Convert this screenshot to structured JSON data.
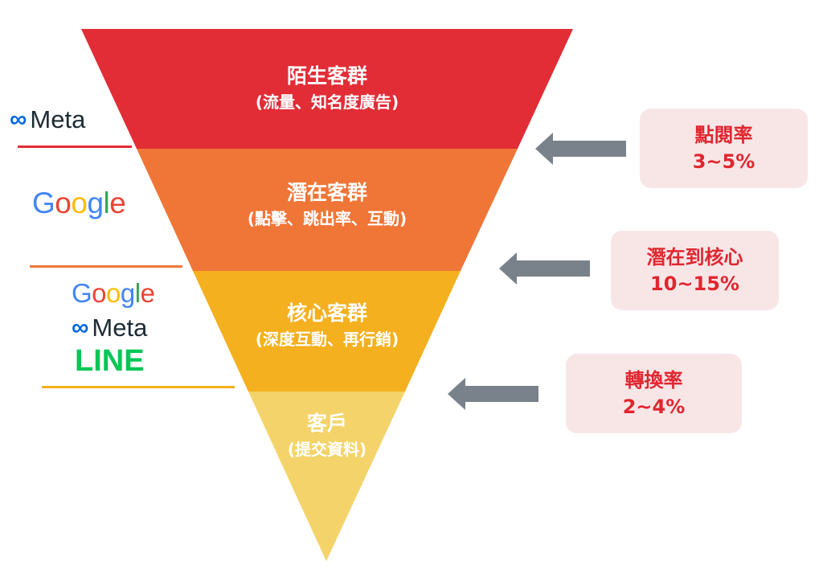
{
  "colors": {
    "stage1": "#e22d36",
    "stage2": "#f07637",
    "stage3": "#f4b01e",
    "stage4": "#f4d46a",
    "arrow": "#79828a",
    "box_bg": "#f8e6e7",
    "box_text": "#e0262f"
  },
  "stages": [
    {
      "title": "陌生客群",
      "subtitle": "(流量、知名度廣告)"
    },
    {
      "title": "潛在客群",
      "subtitle": "(點擊、跳出率、互動)"
    },
    {
      "title": "核心客群",
      "subtitle": "(深度互動、再行銷)"
    },
    {
      "title": "客戶",
      "subtitle": "(提交資料)"
    }
  ],
  "logos": {
    "meta": "Meta",
    "google": [
      "G",
      "o",
      "o",
      "g",
      "l",
      "e"
    ],
    "line": "LINE"
  },
  "rates": [
    {
      "label": "點閱率",
      "value": "3~5%"
    },
    {
      "label": "潛在到核心",
      "value": "10~15%"
    },
    {
      "label": "轉換率",
      "value": "2~4%"
    }
  ]
}
